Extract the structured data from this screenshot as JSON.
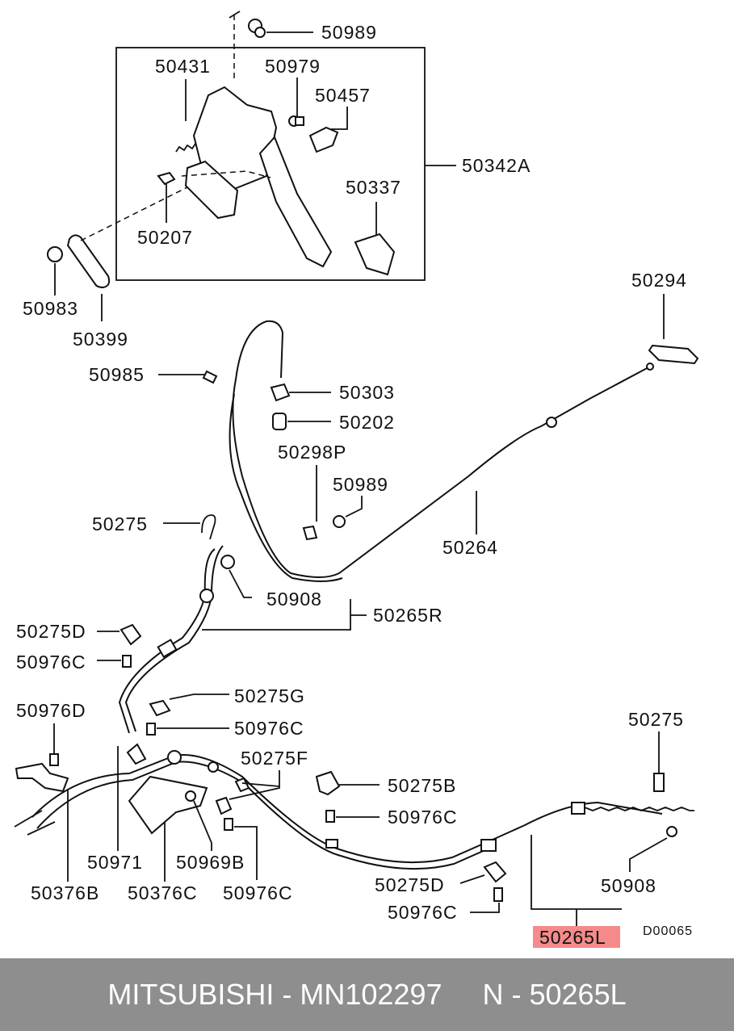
{
  "diagram": {
    "labels": {
      "l50989_top": "50989",
      "l50431": "50431",
      "l50979": "50979",
      "l50457": "50457",
      "l50342A": "50342A",
      "l50337": "50337",
      "l50207": "50207",
      "l50983": "50983",
      "l50399": "50399",
      "l50294": "50294",
      "l50985": "50985",
      "l50303": "50303",
      "l50202": "50202",
      "l50298P": "50298P",
      "l50989_mid": "50989",
      "l50264": "50264",
      "l50275_left": "50275",
      "l50908_mid": "50908",
      "l50265R": "50265R",
      "l50275D_left": "50275D",
      "l50976C_left": "50976C",
      "l50275G": "50275G",
      "l50976C_mid": "50976C",
      "l50976D": "50976D",
      "l50275F": "50275F",
      "l50275_right": "50275",
      "l50275B": "50275B",
      "l50976C_right": "50976C",
      "l50971": "50971",
      "l50969B": "50969B",
      "l50376B": "50376B",
      "l50376C": "50376C",
      "l50976C_bottom": "50976C",
      "l50275D_bottom": "50275D",
      "l50908_right": "50908",
      "l50976C_lowest": "50976C",
      "l50265L": "50265L",
      "diagram_code": "D00065"
    },
    "highlight_color": "#f48a8a"
  },
  "footer": {
    "text": "MITSUBISHI - MN102297     N - 50265L",
    "background": "#8e8e8e"
  }
}
